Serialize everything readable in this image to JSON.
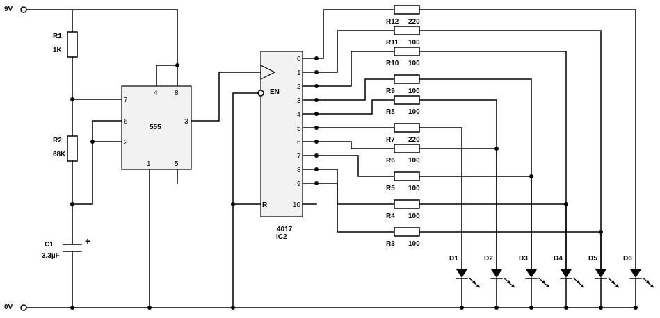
{
  "rails": {
    "supply": "9V",
    "ground": "0V"
  },
  "ic1": {
    "label": "555",
    "pins": {
      "p1": "1",
      "p2": "2",
      "p3": "3",
      "p4": "4",
      "p5": "5",
      "p6": "6",
      "p7": "7",
      "p8": "8"
    }
  },
  "ic2": {
    "name": "4017",
    "ref": "IC2",
    "en_label": "EN",
    "reset_label": "R",
    "outputs": [
      "0",
      "1",
      "2",
      "3",
      "4",
      "5",
      "6",
      "7",
      "8",
      "9",
      "10"
    ]
  },
  "components": {
    "r1": {
      "ref": "R1",
      "value": "1K"
    },
    "r2": {
      "ref": "R2",
      "value": "68K"
    },
    "c1": {
      "ref": "C1",
      "value": "3.3µF",
      "polarity": "+"
    }
  },
  "led_resistors": [
    {
      "ref": "R12",
      "value": "220"
    },
    {
      "ref": "R11",
      "value": "100"
    },
    {
      "ref": "R10",
      "value": "100"
    },
    {
      "ref": "R9",
      "value": "100"
    },
    {
      "ref": "R8",
      "value": "100"
    },
    {
      "ref": "R7",
      "value": "220"
    },
    {
      "ref": "R6",
      "value": "100"
    },
    {
      "ref": "R5",
      "value": "100"
    },
    {
      "ref": "R4",
      "value": "100"
    },
    {
      "ref": "R3",
      "value": "100"
    }
  ],
  "leds": [
    "D1",
    "D2",
    "D3",
    "D4",
    "D5",
    "D6"
  ]
}
